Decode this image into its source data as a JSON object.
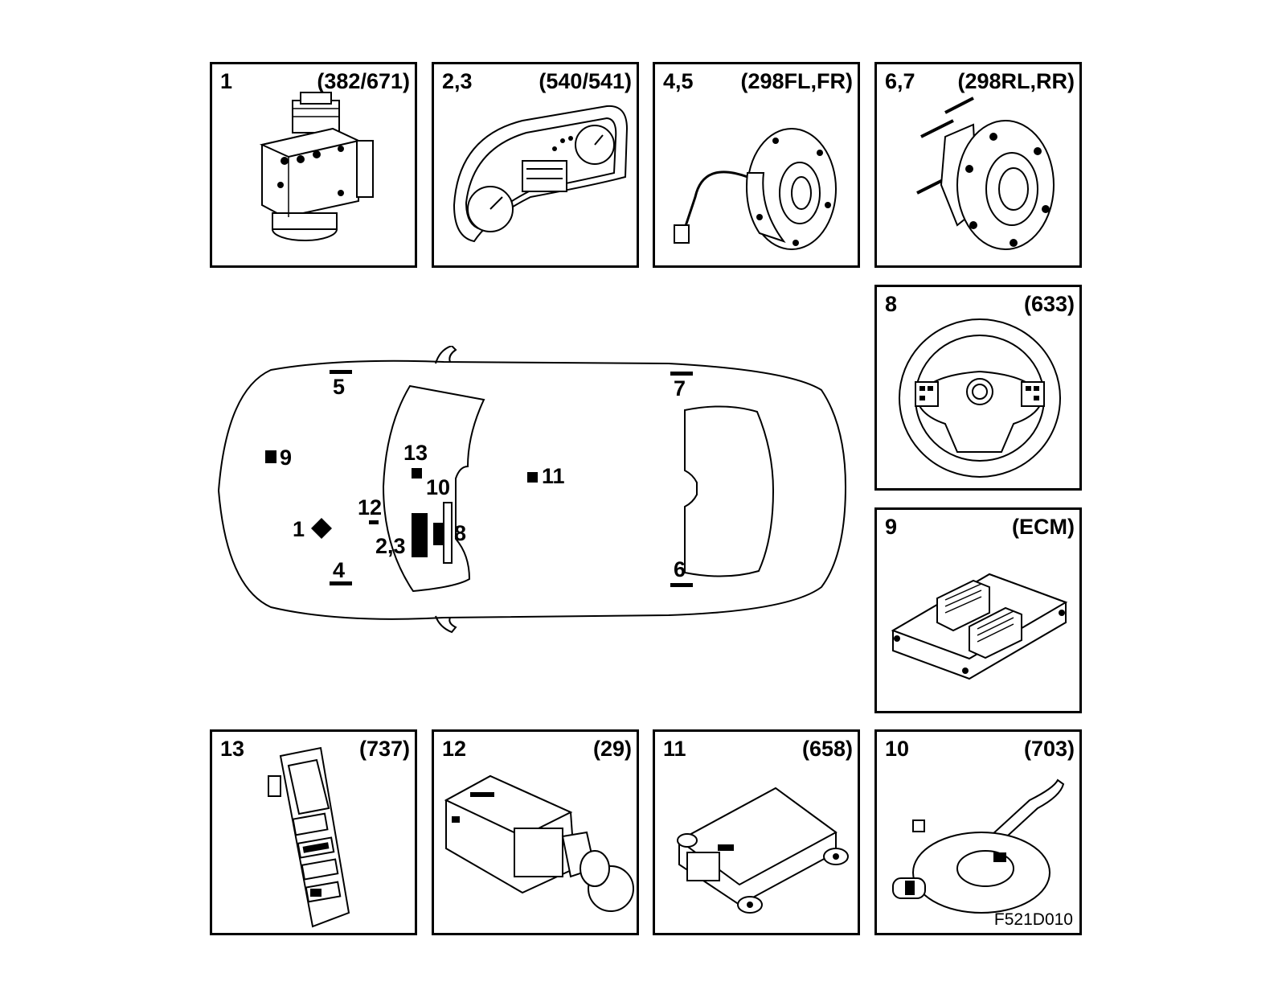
{
  "panels": [
    {
      "num": "1",
      "code": "(382/671)",
      "component": "abs-module"
    },
    {
      "num": "2,3",
      "code": "(540/541)",
      "component": "instrument-cluster"
    },
    {
      "num": "4,5",
      "code": "(298FL,FR)",
      "component": "front-wheel-hub"
    },
    {
      "num": "6,7",
      "code": "(298RL,RR)",
      "component": "rear-wheel-hub"
    },
    {
      "num": "8",
      "code": "(633)",
      "component": "steering-wheel"
    },
    {
      "num": "9",
      "code": "(ECM)",
      "component": "engine-control-module"
    },
    {
      "num": "13",
      "code": "(737)",
      "component": "switch-panel"
    },
    {
      "num": "12",
      "code": "(29)",
      "component": "brake-light-switch"
    },
    {
      "num": "11",
      "code": "(658)",
      "component": "sensor-module"
    },
    {
      "num": "10",
      "code": "(703)",
      "component": "steering-angle-sensor"
    }
  ],
  "car_labels": {
    "l1": "1",
    "l23": "2,3",
    "l4": "4",
    "l5": "5",
    "l6": "6",
    "l7": "7",
    "l8": "8",
    "l9": "9",
    "l10": "10",
    "l11": "11",
    "l12": "12",
    "l13": "13"
  },
  "figure_id": "F521D010"
}
